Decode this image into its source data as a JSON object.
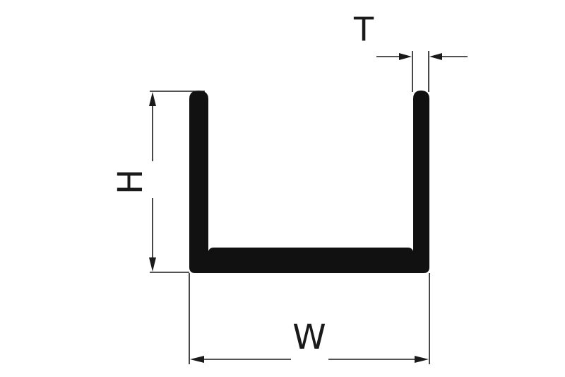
{
  "diagram": {
    "labels": {
      "height": "H",
      "width": "W",
      "thickness": "T"
    },
    "colors": {
      "profile": "#111111",
      "lines": "#1a1a1a",
      "background": "#ffffff"
    }
  }
}
